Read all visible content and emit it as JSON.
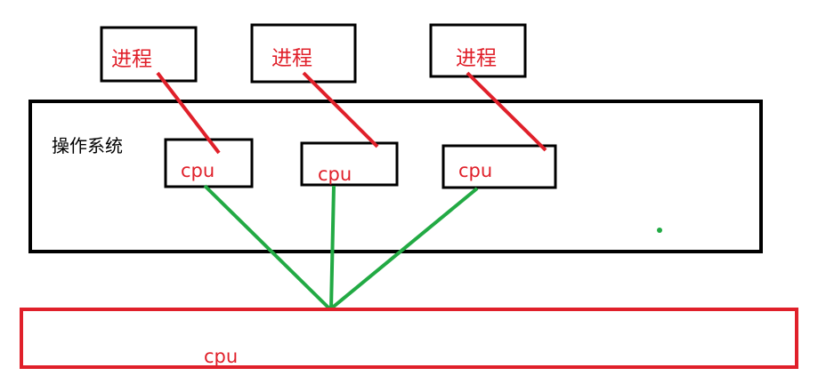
{
  "processes": [
    {
      "label": "进程"
    },
    {
      "label": "进程"
    },
    {
      "label": "进程"
    }
  ],
  "os": {
    "label": "操作系统"
  },
  "virtual_cpus": [
    {
      "label": "cpu"
    },
    {
      "label": "cpu"
    },
    {
      "label": "cpu"
    }
  ],
  "physical_cpu": {
    "label": "cpu"
  },
  "colors": {
    "box": "#000000",
    "red": "#e0202a",
    "green": "#22aa44"
  }
}
